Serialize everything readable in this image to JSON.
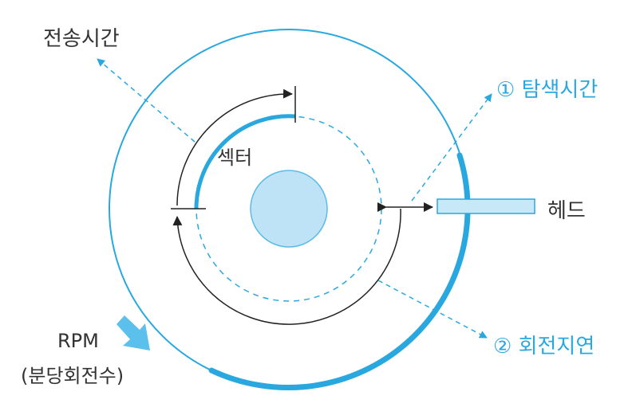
{
  "labels": {
    "transfer_time": "전송시간",
    "seek_time": "① 탐색시간",
    "sector": "섹터",
    "head": "헤드",
    "rotational_latency": "② 회전지연",
    "rpm": "RPM",
    "rpm_desc": "(분당회전수)"
  },
  "colors": {
    "accent": "#29a8e0",
    "disk_fill": "#bfe3f6",
    "head_fill": "#c7e8f7",
    "text": "#333333",
    "arrow": "#8fd3f1"
  }
}
